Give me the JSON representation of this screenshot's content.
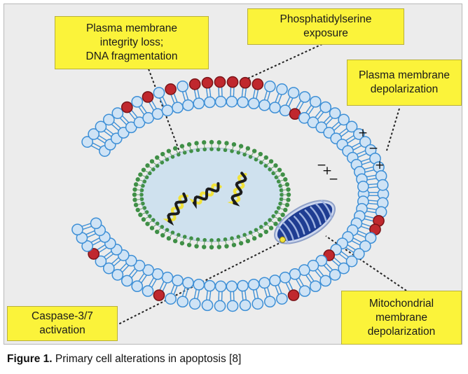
{
  "labels": {
    "membrane_integrity": "Plasma membrane\nintegrity loss;\nDNA fragmentation",
    "ps_exposure": "Phosphatidylserine\nexposure",
    "pm_depolarization": "Plasma membrane\ndepolarization",
    "caspase": "Caspase-3/7\nactivation",
    "mito_depolarization": "Mitochondrial\nmembrane\ndepolarization"
  },
  "charges": [
    "+",
    "-",
    "-",
    "+",
    "+",
    "-"
  ],
  "caption": {
    "prefix": "Figure 1.",
    "text": " Primary cell alterations in apoptosis [8]"
  },
  "colors": {
    "background": "#ececec",
    "label_fill": "#fbf33a",
    "lipid_head": "#cfe3f5",
    "lipid_head_stroke": "#3d8fd6",
    "ps_head": "#c0282e",
    "nucleus_fill": "#cfe1ee",
    "nuclear_pore": "#3f8f46",
    "mitochondrion": "#1f3d92",
    "dna_yellow": "#f1e23a",
    "dna_dark": "#1b1b1b",
    "leader_line": "#222222"
  }
}
